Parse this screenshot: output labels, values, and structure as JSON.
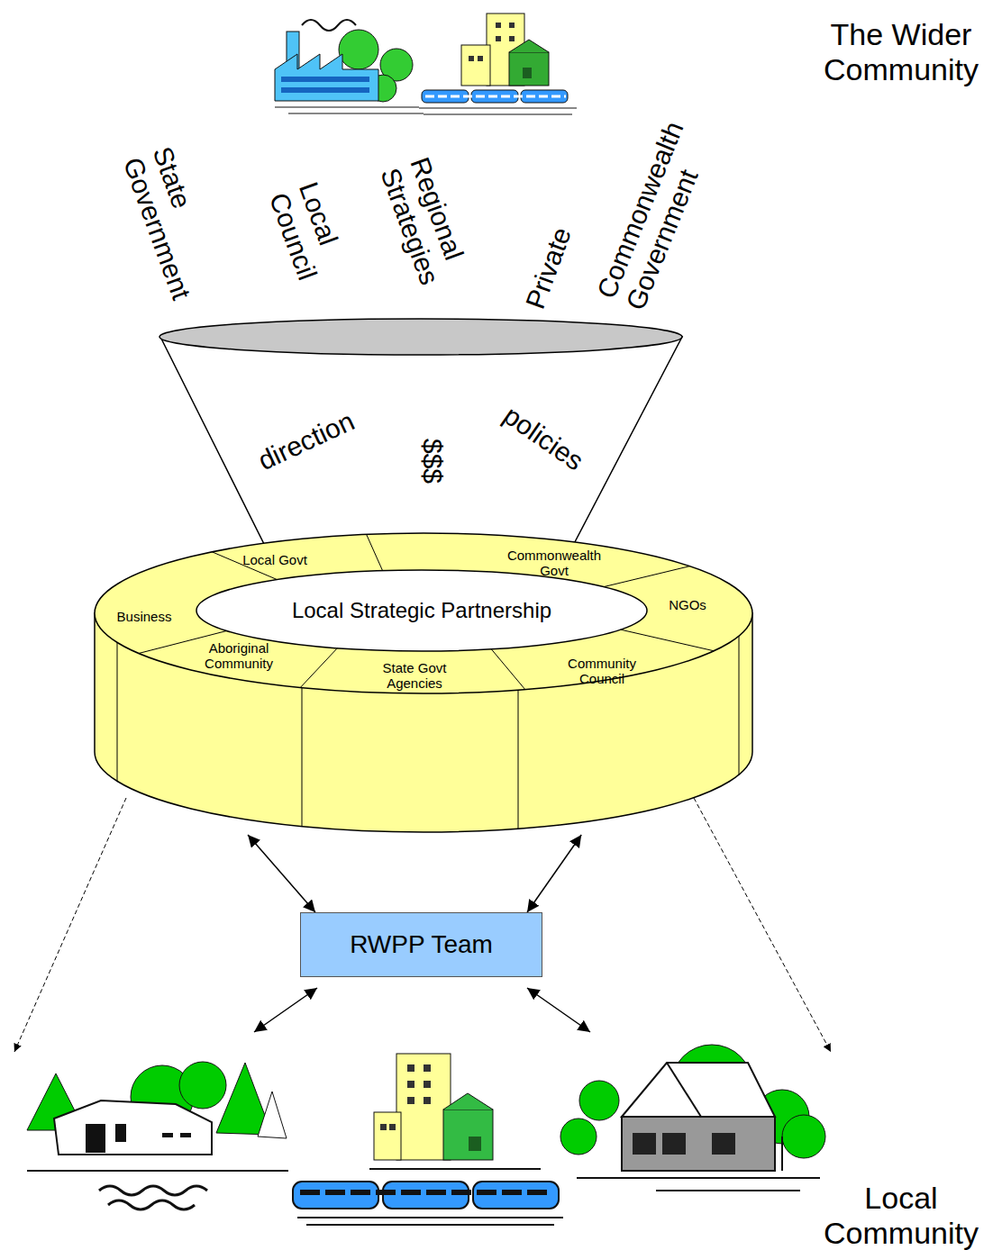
{
  "diagram": {
    "nodes": [
      {
        "text": [
          "Local Strategic Partnership"
        ]
      },
      {
        "text": [
          "Local Govt"
        ],
        "in": 0
      },
      {
        "text": [
          "Commonwealth Govt"
        ],
        "in": 0
      },
      {
        "text": [
          "Business"
        ],
        "in": 0
      },
      {
        "text": [
          "NGOs"
        ],
        "in": 0
      },
      {
        "text": [
          "Aboriginal Community"
        ],
        "in": 0
      },
      {
        "text": [
          "State Govt Agencies"
        ],
        "in": 0
      },
      {
        "text": [
          "Community Council"
        ],
        "in": 0
      },
      {
        "text": [
          "RWPP Team"
        ]
      }
    ],
    "edges": [
      {
        "from": 0,
        "to": 8,
        "arrow": "both"
      },
      {
        "from": 0,
        "to": 8,
        "arrow": "both"
      }
    ],
    "labels": [
      "The Wider Community",
      "State Government",
      "Local Council",
      "Regional Strategies",
      "Private",
      "Commonwealth Government",
      "direction",
      "$$$",
      "policies",
      "Local Community"
    ]
  }
}
